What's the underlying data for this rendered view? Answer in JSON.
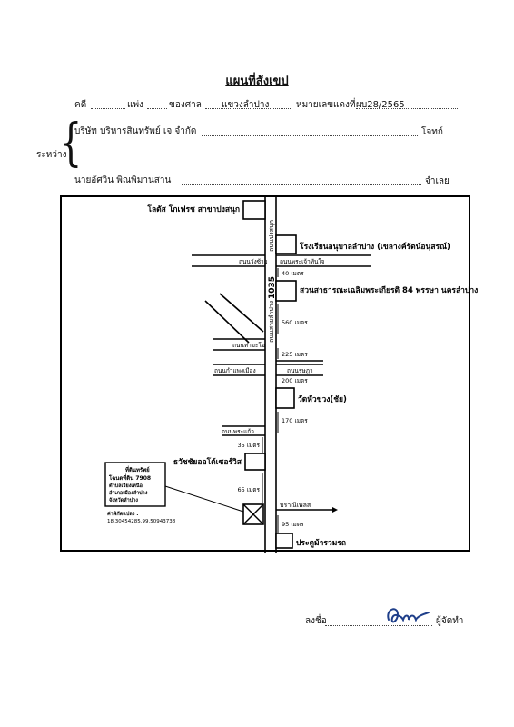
{
  "header": {
    "title": "แผนที่สังเขป",
    "case_label": "คดี",
    "civil_label": "แพ่ง",
    "court_label": "ของศาล",
    "court_name": "แขวงลำปาง",
    "case_no_label": "หมายเลขแดงที่",
    "case_no": "ผบ28/2565"
  },
  "parties": {
    "between_label": "ระหว่าง",
    "plaintiff_name": "บริษัท บริหารสินทรัพย์ เจ จำกัด",
    "plaintiff_role": "โจทก์",
    "defendant_name": "นายอัศวิน พิณพิมานสาน",
    "defendant_role": "จำเลย"
  },
  "map": {
    "landmarks": {
      "lotus": "โลตัส โกเฟรช สาขาปงสนุก",
      "hospital_school": "โรงเรียนอนุบาลลำปาง (เขลางค์รัตน์อนุสรณ์)",
      "park": "สวนสาธารณะเฉลิมพระเกียรติ 84 พรรษา นครลำปาง",
      "temple": "วัดหัวข่วง(ชัย)",
      "shop": "ธวัชชัยออโต้เซอร์วิส",
      "gate": "ประตูม้ารวมรถ"
    },
    "roads": {
      "vertical_top": "ถนนปงสนุก",
      "route_no": "1035",
      "vertical_mid": "ถนนสายลำปาง",
      "left_road": "ถนนวังซ้าย",
      "right_road": "ถนนพระเจ้าทันใจ",
      "road_tha_ma_o": "ถนนท่ามะโอ",
      "road_kamphaeng": "ถนนกำแพงเมือง",
      "road_ratsada": "ถนนรษฎา",
      "road_phra_kaew": "ถนนพระแก้ว",
      "road_prasan": "ปราณีเพลส"
    },
    "distances": {
      "d40": "40 เมตร",
      "d560": "560 เมตร",
      "d225": "225 เมตร",
      "d200": "200 เมตร",
      "d170": "170 เมตร",
      "d35": "35 เมตร",
      "d65": "65 เมตร",
      "d95": "95 เมตร"
    },
    "property_box": {
      "line1": "ที่ดินทรัพย์",
      "line2": "โฉนดที่ดิน 7908",
      "line3": "ตำบลเวียงเหนือ",
      "line4": "อำเภอเมืองลำปาง",
      "line5": "จังหวัดลำปาง"
    },
    "coords_label": "ค่าพิกัดแปลง :",
    "coords_value": "18.30454285,99.50943738"
  },
  "footer": {
    "sign_label": "ลงชื่อ",
    "role_label": "ผู้จัดทำ"
  }
}
